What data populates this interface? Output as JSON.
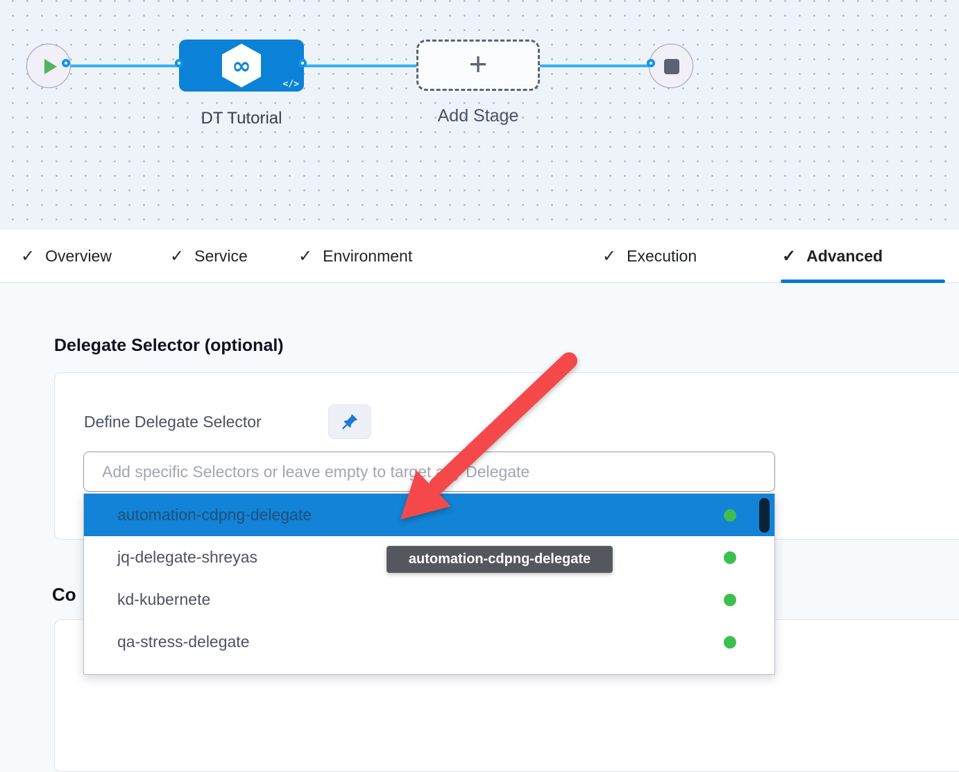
{
  "canvas": {
    "stage_label": "DT Tutorial",
    "add_stage_label": "Add Stage",
    "plus_glyph": "+",
    "logo_glyph": "∞",
    "code_glyph": "</>"
  },
  "tabs": [
    {
      "label": "Overview",
      "check": "✓",
      "active": false
    },
    {
      "label": "Service",
      "check": "✓",
      "active": false
    },
    {
      "label": "Environment",
      "check": "✓",
      "active": false
    },
    {
      "label": "Execution",
      "check": "✓",
      "active": false
    },
    {
      "label": "Advanced",
      "check": "✓",
      "active": true
    }
  ],
  "advanced_tab": {
    "section_heading": "Delegate Selector (optional)",
    "define_label": "Define Delegate Selector",
    "input_placeholder": "Add specific Selectors or leave empty to target any Delegate",
    "dropdown": {
      "items": [
        {
          "label": "automation-cdpng-delegate",
          "highlighted": true,
          "status": "connected"
        },
        {
          "label": "jq-delegate-shreyas",
          "highlighted": false,
          "status": "connected"
        },
        {
          "label": "kd-kubernete",
          "highlighted": false,
          "status": "connected"
        },
        {
          "label": "qa-stress-delegate",
          "highlighted": false,
          "status": "connected"
        }
      ]
    },
    "tooltip_text": "automation-cdpng-delegate",
    "next_section_heading_partial": "Co"
  },
  "colors": {
    "stage_blue": "#0b82d8",
    "flow_line_blue": "#36b0ef",
    "connector_ring_blue": "#1096ef",
    "active_tab_blue": "#0277d4",
    "highlight_row_blue": "#1283d6",
    "status_green": "#3cbf4e",
    "play_green": "#54b45f",
    "arrow_red": "#f5484b",
    "tooltip_gray": "#55575f"
  }
}
